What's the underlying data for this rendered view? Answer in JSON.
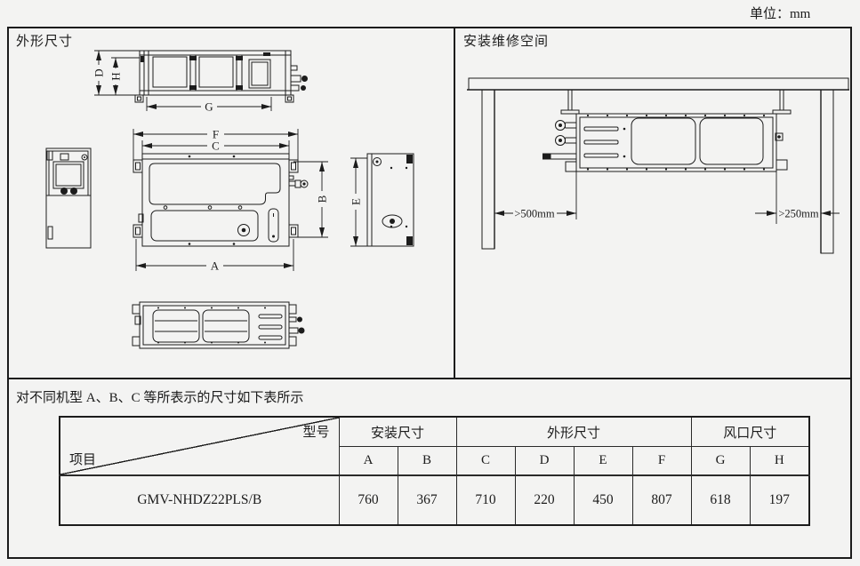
{
  "unit_label": "单位：mm",
  "panels": {
    "outline": {
      "title": "外形尺寸",
      "dims": {
        "A": "A",
        "B": "B",
        "C": "C",
        "D": "D",
        "E": "E",
        "F": "F",
        "G": "G",
        "H": "H"
      }
    },
    "service": {
      "title": "安装维修空间",
      "clearance_left": ">500mm",
      "clearance_right": ">250mm"
    }
  },
  "note": "对不同机型 A、B、C 等所表示的尺寸如下表所示",
  "table": {
    "corner": {
      "top_right": "型号",
      "bottom_left": "项目"
    },
    "groups": [
      {
        "label": "安装尺寸",
        "span": 2
      },
      {
        "label": "外形尺寸",
        "span": 4
      },
      {
        "label": "风口尺寸",
        "span": 2
      }
    ],
    "columns": [
      "A",
      "B",
      "C",
      "D",
      "E",
      "F",
      "G",
      "H"
    ],
    "rows": [
      {
        "model": "GMV-NHDZ22PLS/B",
        "values": [
          760,
          367,
          710,
          220,
          450,
          807,
          618,
          197
        ]
      }
    ]
  }
}
